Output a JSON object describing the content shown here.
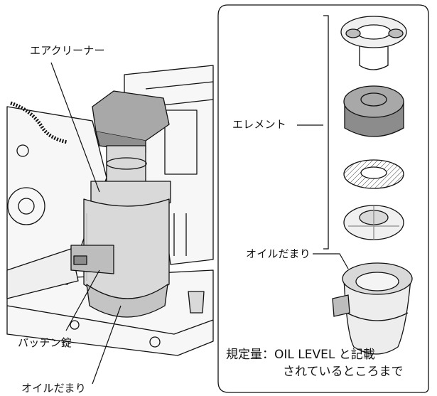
{
  "labels": {
    "air_cleaner": "エアクリーナー",
    "element": "エレメント",
    "oil_sump_right": "オイルだまり",
    "latch": "パッチン錠",
    "oil_sump_bottom": "オイルだまり"
  },
  "note": {
    "line1": "規定量：OIL LEVEL と記載",
    "line2": "されているところまで"
  },
  "colors": {
    "line": "#111111",
    "engine_fill": "#f7f7f7",
    "cleaner_fill": "#d9d9d9",
    "cleaner_dark": "#a8a8a8",
    "filter_gray": "#8c8c8c"
  }
}
